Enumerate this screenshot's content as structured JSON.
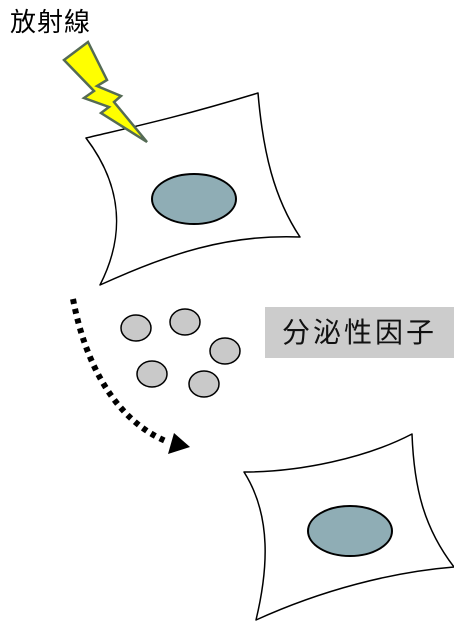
{
  "labels": {
    "radiation": "放射線",
    "secreted_factor": "分泌性因子"
  },
  "icons": {
    "radiation": "lightning-bolt-icon",
    "arrow": "dotted-curved-arrow-icon"
  },
  "colors": {
    "nucleus_fill": "#8fadb5",
    "secreted_particle_fill": "#c9c9c9",
    "lightning_fill": "#ffff00",
    "lightning_outline": "#556b55",
    "factor_box_fill": "#cccccc",
    "outline": "#000000",
    "background": "#ffffff"
  },
  "elements": {
    "irradiated_cell": "cell-with-nucleus",
    "bystander_cell": "cell-with-nucleus",
    "secreted_particle_count": 5
  }
}
